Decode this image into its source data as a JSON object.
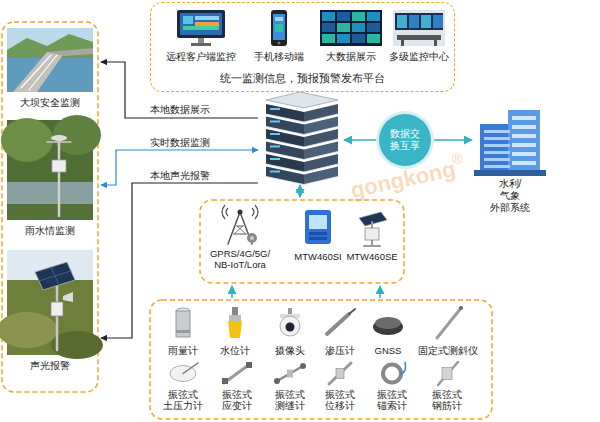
{
  "diagram": {
    "nodes": [
      {
        "text": [
          "统一监测信息，预报预警发布平台"
        ]
      },
      {
        "text": [
          "远程客户端监控"
        ],
        "in": 0
      },
      {
        "text": [
          "手机移动端"
        ],
        "in": 0
      },
      {
        "text": [
          "大数据展示"
        ],
        "in": 0
      },
      {
        "text": [
          "多级监控中心"
        ],
        "in": 0
      },
      {
        "text": [
          "大坝安全监测"
        ]
      },
      {
        "text": [
          "雨水情监测"
        ]
      },
      {
        "text": [
          "声光报警"
        ]
      },
      {
        "text": [
          "数据交 换互享"
        ]
      },
      {
        "text": [
          "水利/气象 外部系统"
        ]
      },
      {
        "text": [
          "GPRS/4G/5G/ NB-IoT/Lora"
        ]
      },
      {
        "text": [
          "MTW460SI"
        ]
      },
      {
        "text": [
          "MTW460SE"
        ]
      },
      {
        "text": [
          "雨量计"
        ]
      },
      {
        "text": [
          "水位计"
        ]
      },
      {
        "text": [
          "摄像头"
        ]
      },
      {
        "text": [
          "渗压计"
        ]
      },
      {
        "text": [
          "GNSS"
        ]
      },
      {
        "text": [
          "固定式测斜仪"
        ]
      },
      {
        "text": [
          "振弦式 土压力计"
        ]
      },
      {
        "text": [
          "振弦式 应变计"
        ]
      },
      {
        "text": [
          "振弦式 测缝计"
        ]
      },
      {
        "text": [
          "振弦式 位移计"
        ]
      },
      {
        "text": [
          "振弦式 锚索计"
        ]
      },
      {
        "text": [
          "振弦式 钢筋计"
        ]
      }
    ],
    "edges": [
      {
        "from": 8,
        "to": 9,
        "arrow": "to"
      }
    ],
    "labels": [
      "本地数据展示",
      "实时数据监测",
      "本地声光报警",
      "gongkong",
      "®"
    ]
  }
}
